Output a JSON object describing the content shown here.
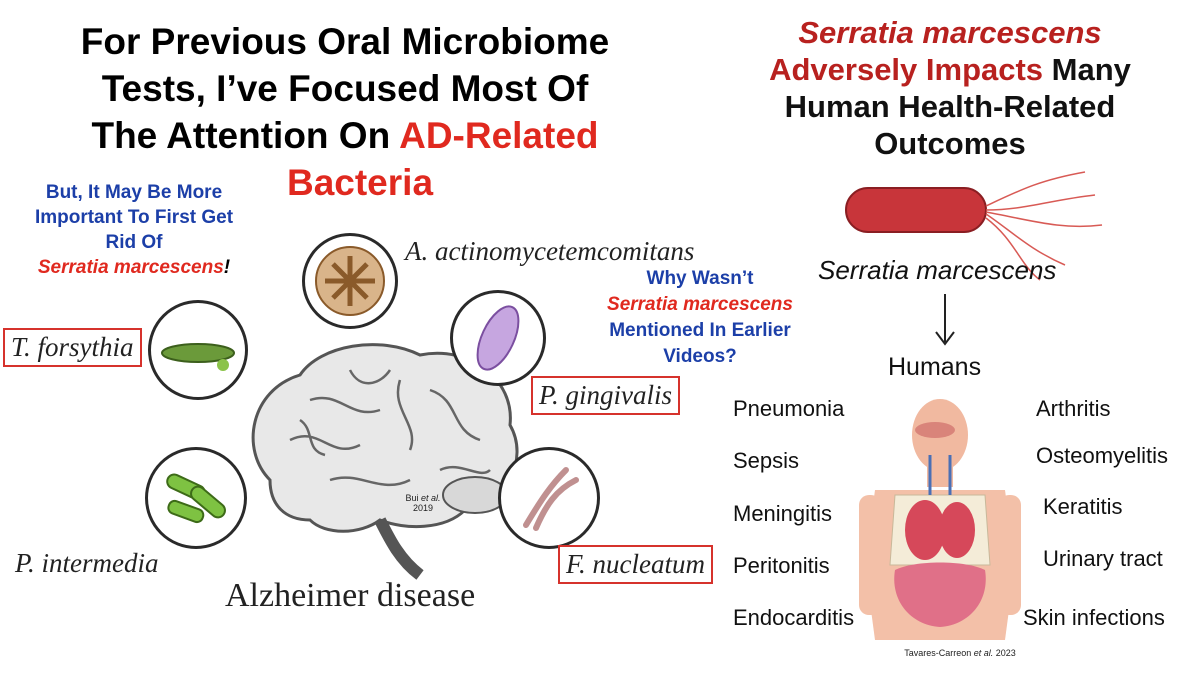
{
  "left": {
    "title_lines": [
      "For Previous Oral Microbiome",
      "Tests, I’ve Focused Most Of"
    ],
    "title_line3_black": "The Attention On ",
    "title_line3_red": "AD-Related",
    "title_line4_red": "Bacteria",
    "side_note_lines": [
      "But, It May Be More",
      "Important To First Get",
      "Rid Of"
    ],
    "side_note_species": "Serratia marcescens",
    "side_note_end": "!",
    "why_line1": "Why Wasn’t",
    "why_species": "Serratia marcescens",
    "why_line3": "Mentioned In Earlier",
    "why_line4": "Videos?"
  },
  "figure_left": {
    "bacteria": {
      "aa": "A. actinomycetemcomitans",
      "tf": "T. forsythia",
      "pg": "P. gingivalis",
      "pi": "P. intermedia",
      "fn": "F. nucleatum"
    },
    "caption": "Alzheimer disease",
    "citation_prefix": "Bui ",
    "citation_etal": "et al.",
    "citation_year": "2019"
  },
  "right": {
    "title_species": "Serratia marcescens",
    "title_line2_red": "Adversely Impacts",
    "title_line2_black": " Many",
    "title_line3": "Human Health-Related",
    "title_line4": "Outcomes",
    "species_label": "Serratia marcescens",
    "humans_label": "Humans",
    "diseases_left": [
      "Pneumonia",
      "Sepsis",
      "Meningitis",
      "Peritonitis",
      "Endocarditis"
    ],
    "diseases_right": [
      "Arthritis",
      "Osteomyelitis",
      "Keratitis",
      "Urinary tract",
      "Skin infections"
    ],
    "citation_prefix": "Tavares-Carreon ",
    "citation_etal": "et al.",
    "citation_year": " 2023"
  },
  "colors": {
    "accent_red": "#e0291f",
    "title_dark_red": "#b8211f",
    "blue": "#1c3fa8",
    "box_red": "#d6322c"
  }
}
